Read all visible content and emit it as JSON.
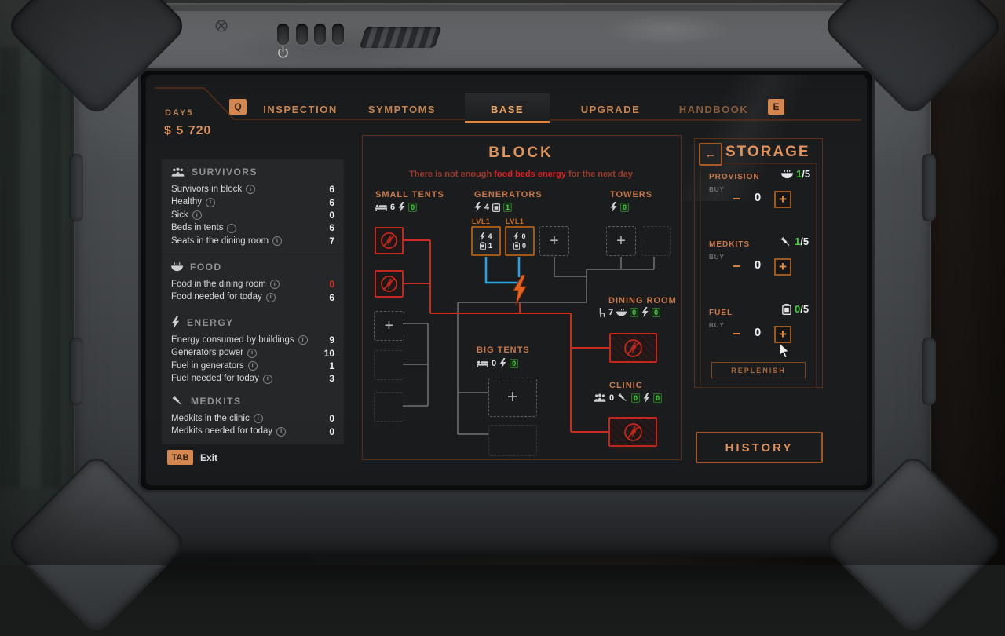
{
  "hud": {
    "day_label": "DAY5",
    "money": "$ 5 720",
    "q_key": "Q",
    "e_key": "E",
    "exit_key": "TAB",
    "exit_label": "Exit"
  },
  "tabs": [
    {
      "label": "INSPECTION"
    },
    {
      "label": "SYMPTOMS"
    },
    {
      "label": "BASE"
    },
    {
      "label": "UPGRADE"
    },
    {
      "label": "HANDBOOK"
    }
  ],
  "active_tab": "BASE",
  "sidebar": {
    "panels": [
      {
        "title": "SURVIVORS",
        "rows": [
          {
            "label": "Survivors in block",
            "value": "6"
          },
          {
            "label": "Healthy",
            "value": "6"
          },
          {
            "label": "Sick",
            "value": "0"
          },
          {
            "label": "Beds in tents",
            "value": "6"
          },
          {
            "label": "Seats in the dining room",
            "value": "7"
          }
        ]
      },
      {
        "title": "FOOD",
        "rows": [
          {
            "label": "Food in the dining room",
            "value": "0"
          },
          {
            "label": "Food needed for today",
            "value": "6"
          }
        ]
      },
      {
        "title": "ENERGY",
        "rows": [
          {
            "label": "Energy consumed by buildings",
            "value": "9"
          },
          {
            "label": "Generators power",
            "value": "10"
          },
          {
            "label": "Fuel in generators",
            "value": "1"
          },
          {
            "label": "Fuel needed for today",
            "value": "3"
          }
        ]
      },
      {
        "title": "MEDKITS",
        "rows": [
          {
            "label": "Medkits in the clinic",
            "value": "0"
          },
          {
            "label": "Medkits needed for today",
            "value": "0"
          }
        ]
      }
    ]
  },
  "block": {
    "title": "BLOCK",
    "warning": {
      "prefix": "There is not enough ",
      "emphasis": "food beds energy",
      "suffix": " for the next day"
    },
    "groups": {
      "small_tents": {
        "label": "SMALL TENTS",
        "beds": "6",
        "energy": "0"
      },
      "generators": {
        "label": "GENERATORS",
        "energy": "4",
        "fuel": "1",
        "units": [
          {
            "lvl": "LVL1",
            "energy": "4",
            "fuel": "1"
          },
          {
            "lvl": "LVL1",
            "energy": "0",
            "fuel": "0"
          }
        ]
      },
      "towers": {
        "label": "TOWERS",
        "energy": "0"
      },
      "big_tents": {
        "label": "BIG TENTS",
        "beds": "0",
        "energy": "0"
      },
      "dining_room": {
        "label": "DINING ROOM",
        "seats": "7",
        "food": "0",
        "energy": "0"
      },
      "clinic": {
        "label": "CLINIC",
        "survivors": "0",
        "medkits": "0",
        "energy": "0"
      }
    }
  },
  "storage": {
    "title": "STORAGE",
    "buy_label": "BUY",
    "items": [
      {
        "name": "PROVISION",
        "stock": "1",
        "cap": "/5",
        "qty": "0"
      },
      {
        "name": "MEDKITS",
        "stock": "1",
        "cap": "/5",
        "qty": "0"
      },
      {
        "name": "FUEL",
        "stock": "0",
        "cap": "/5",
        "qty": "0"
      }
    ],
    "replenish_label": "REPLENISH",
    "history_label": "HISTORY"
  },
  "icons": {
    "plus": "+",
    "minus": "−",
    "info": "i",
    "back": "←"
  },
  "colors": {
    "accent": "#e0915a",
    "red": "#d22b1e",
    "green": "#43d83a",
    "blue": "#2aa3e0",
    "warning_red": "#a33a28"
  }
}
